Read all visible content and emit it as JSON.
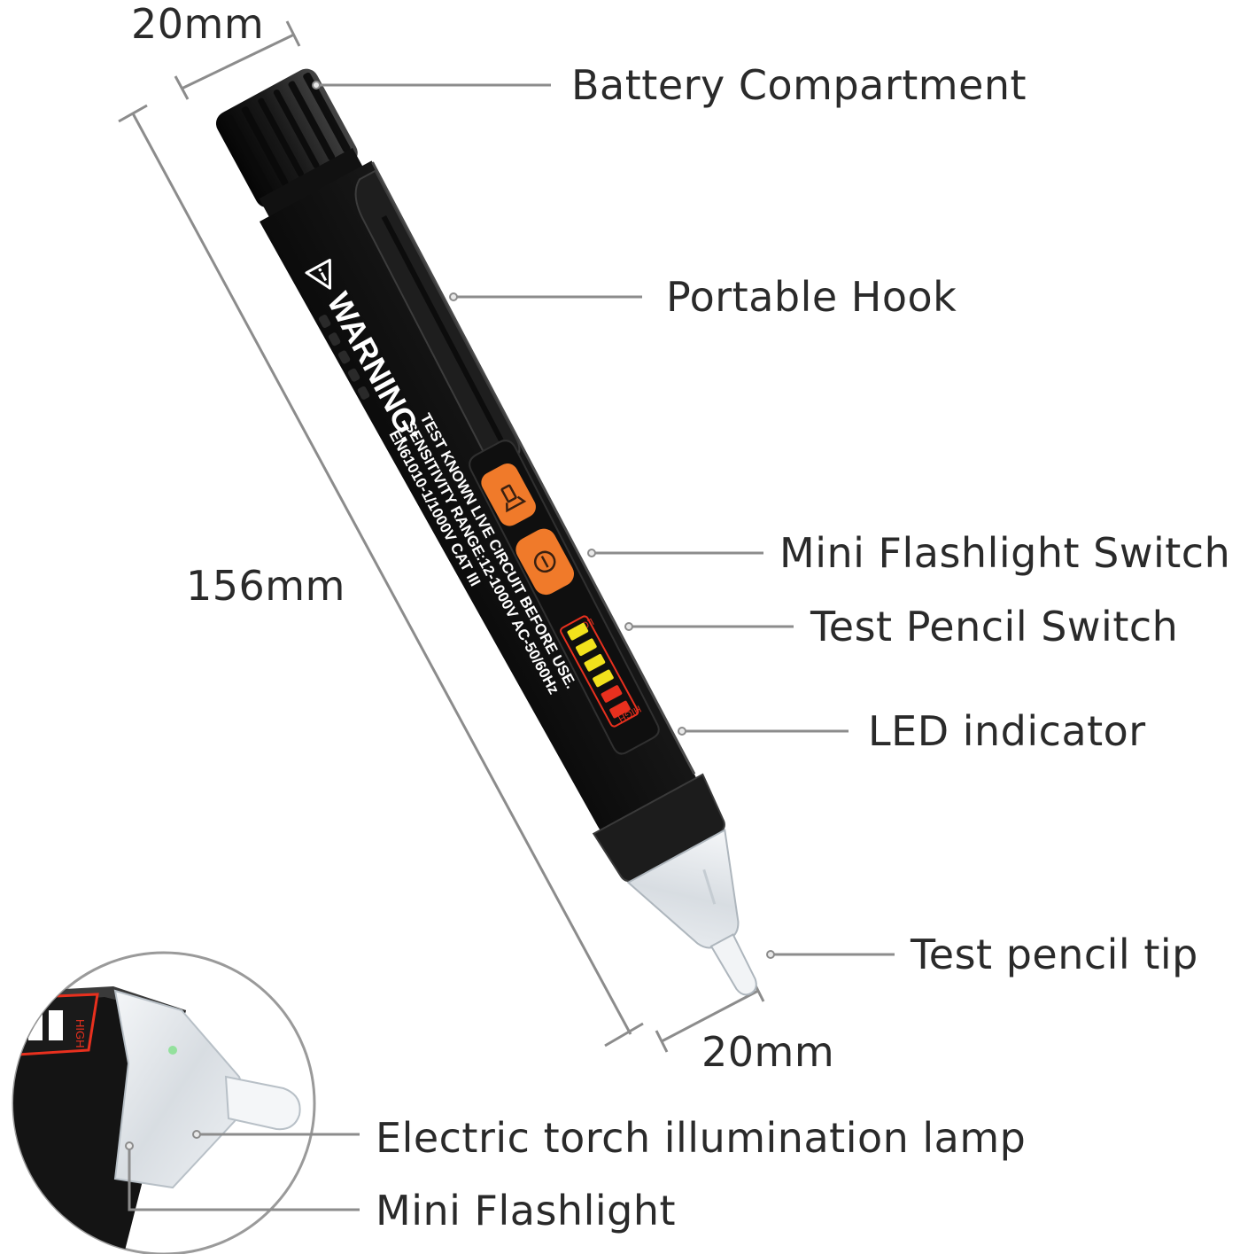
{
  "dimensions": {
    "top_width": "20mm",
    "length": "156mm",
    "tip_width": "20mm"
  },
  "callouts": {
    "battery_compartment": "Battery Compartment",
    "portable_hook": "Portable Hook",
    "mini_flashlight_switch": "Mini Flashlight Switch",
    "test_pencil_switch": "Test Pencil Switch",
    "led_indicator": "LED indicator",
    "test_pencil_tip": "Test pencil tip",
    "torch_lamp": "Electric torch illumination lamp",
    "mini_flashlight": "Mini Flashlight"
  },
  "pen_print": {
    "warning_title": "WARNING:",
    "line1": "TEST KNOWN LIVE CIRCUIT BEFORE USE.",
    "line2": "SENSITIVITY RANGE:12-1000V AC-50/60Hz",
    "line3": "EN61010-1/1000V CAT III",
    "led_low": "LOW",
    "led_high": "HIGH"
  },
  "led_colors": [
    "#f2e21c",
    "#f2e21c",
    "#f2e21c",
    "#f2e21c",
    "#e8301e",
    "#e8301e"
  ],
  "colors": {
    "body": "#151515",
    "button_orange": "#f07a2a",
    "line_gray": "#8c8c8c"
  }
}
